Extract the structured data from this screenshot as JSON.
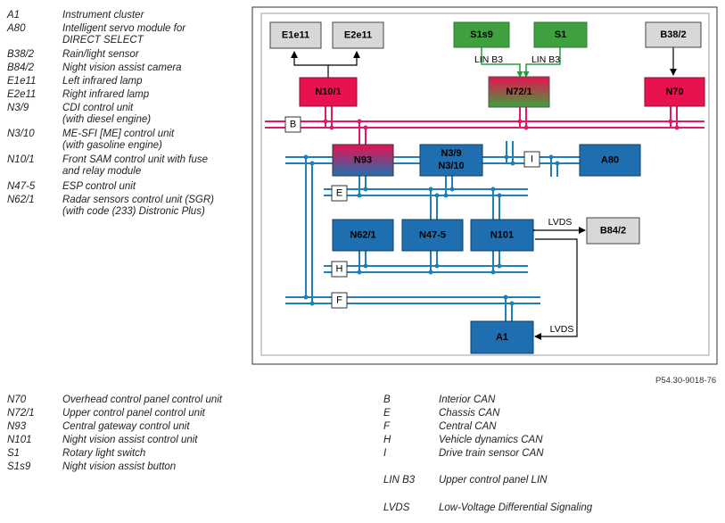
{
  "legend_top": [
    {
      "code": "A1",
      "desc": [
        "Instrument cluster"
      ]
    },
    {
      "code": "A80",
      "desc": [
        "Intelligent servo module for",
        "DIRECT SELECT"
      ]
    },
    {
      "code": "B38/2",
      "desc": [
        "Rain/light sensor"
      ]
    },
    {
      "code": "B84/2",
      "desc": [
        "Night vision assist camera"
      ]
    },
    {
      "code": "E1e11",
      "desc": [
        "Left infrared lamp"
      ]
    },
    {
      "code": "E2e11",
      "desc": [
        "Right infrared lamp"
      ]
    },
    {
      "code": "N3/9",
      "desc": [
        "CDI control unit",
        "(with diesel engine)"
      ]
    },
    {
      "code": "N3/10",
      "desc": [
        "ME-SFI [ME] control unit",
        "(with gasoline engine)"
      ]
    },
    {
      "code": "N10/1",
      "desc": [
        "Front SAM control unit with fuse",
        "and relay module"
      ]
    },
    {
      "code": "N47-5",
      "desc": [
        "ESP control unit"
      ]
    },
    {
      "code": "N62/1",
      "desc": [
        "Radar sensors control unit (SGR)",
        "(with code (233) Distronic Plus)"
      ]
    }
  ],
  "legend_bottom_left": [
    {
      "code": "N70",
      "desc": [
        "Overhead control panel control unit"
      ]
    },
    {
      "code": "N72/1",
      "desc": [
        "Upper control panel control unit"
      ]
    },
    {
      "code": "N93",
      "desc": [
        "Central gateway control unit"
      ]
    },
    {
      "code": "N101",
      "desc": [
        "Night vision assist control unit"
      ]
    },
    {
      "code": "S1",
      "desc": [
        "Rotary light switch"
      ]
    },
    {
      "code": "S1s9",
      "desc": [
        "Night vision assist button"
      ]
    }
  ],
  "legend_bottom_right": [
    {
      "code": "B",
      "desc": [
        "Interior CAN"
      ]
    },
    {
      "code": "E",
      "desc": [
        "Chassis CAN"
      ]
    },
    {
      "code": "F",
      "desc": [
        "Central CAN"
      ]
    },
    {
      "code": "H",
      "desc": [
        "Vehicle dynamics CAN"
      ]
    },
    {
      "code": "I",
      "desc": [
        "Drive train sensor CAN"
      ]
    },
    {
      "code": "LIN B3",
      "desc": [
        "Upper control panel LIN"
      ]
    },
    {
      "code": "LVDS",
      "desc": [
        "Low-Voltage Differential Signaling"
      ]
    }
  ],
  "diagram": {
    "modules": {
      "e1e11": "E1e11",
      "e2e11": "E2e11",
      "s1s9": "S1s9",
      "s1": "S1",
      "b38_2": "B38/2",
      "n10_1": "N10/1",
      "n72_1": "N72/1",
      "n70": "N70",
      "n93": "N93",
      "n3": [
        "N3/9",
        "N3/10"
      ],
      "a80": "A80",
      "n62_1": "N62/1",
      "n47_5": "N47-5",
      "n101": "N101",
      "b84_2": "B84/2",
      "a1": "A1"
    },
    "bus_labels": {
      "b": "B",
      "e": "E",
      "h": "H",
      "f": "F",
      "i": "I"
    },
    "lin_label_left": "LIN B3",
    "lin_label_right": "LIN B3",
    "lvds_label_top": "LVDS",
    "lvds_label_bottom": "LVDS"
  },
  "colors": {
    "can_blue": "#1f7fb8",
    "interior_can": "#e2186a",
    "lin_green": "#2a9b3a",
    "module_blue": "#1f6fb0",
    "module_red": "#e8124f",
    "module_green": "#3fa040",
    "module_grey": "#d8d8d8"
  },
  "reference": "P54.30-9018-76"
}
